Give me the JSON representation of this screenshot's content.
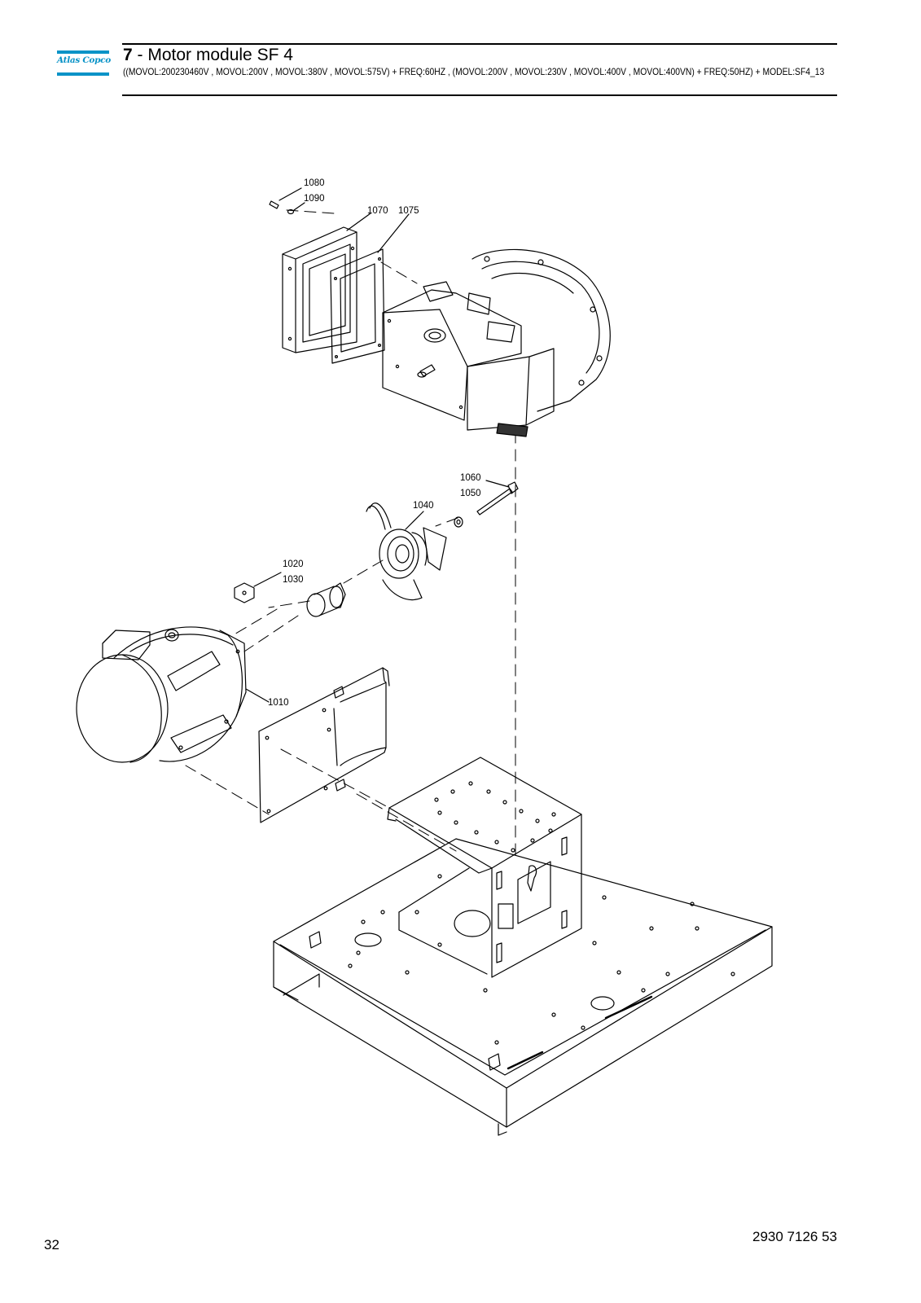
{
  "header": {
    "logo_text": "Atlas Copco",
    "section_number": "7",
    "section_title": " - Motor module SF 4",
    "subtitle": "((MOVOL:200230460V , MOVOL:200V , MOVOL:380V , MOVOL:575V) + FREQ:60HZ , (MOVOL:200V , MOVOL:230V , MOVOL:400V , MOVOL:400VN) + FREQ:50HZ) + MODEL:SF4_13",
    "brand_color": "#0a93c7"
  },
  "diagram": {
    "labels": {
      "p1080": "1080",
      "p1090": "1090",
      "p1070": "1070",
      "p1075": "1075",
      "p1060": "1060",
      "p1050": "1050",
      "p1040": "1040",
      "p1020": "1020",
      "p1030": "1030",
      "p1010": "1010"
    }
  },
  "footer": {
    "page_number": "32",
    "document_number": "2930 7126 53"
  }
}
